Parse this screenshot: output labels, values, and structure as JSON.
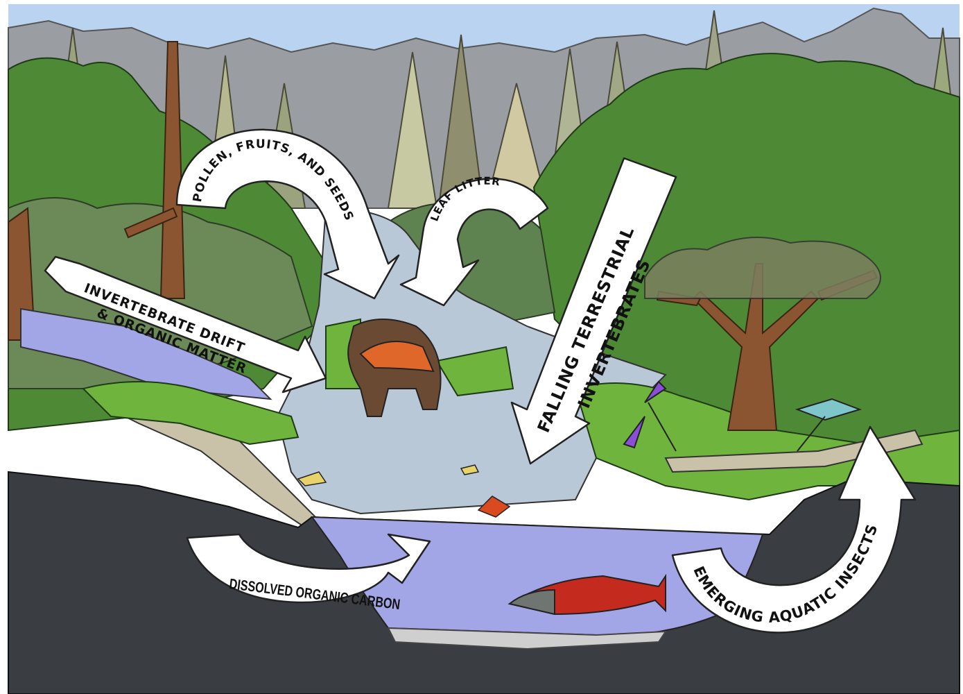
{
  "diagram": {
    "labels": {
      "pollen": "POLLEN, FRUITS, AND SEEDS",
      "leaf_litter": "LEAF LITTER",
      "drift_line1": "INVERTEBRATE DRIFT",
      "drift_line2": "& ORGANIC MATTER",
      "falling_line1": "FALLING TERRESTRIAL",
      "falling_line2": "INVERTEBRATES",
      "doc": "DISSOLVED ORGANIC CARBON",
      "emerging": "EMERGING AQUATIC INSECTS"
    },
    "colors": {
      "sky": "#b9d3f0",
      "mountains": "#9a9ea3",
      "far_trees": "#9aa27e",
      "forest": "#4e8a35",
      "bright_green": "#6fb43c",
      "stream": "#b8c8d6",
      "pool": "#a3a6e6",
      "ground": "#3a3d42",
      "bark": "#8a5530",
      "bear": "#6b4a33",
      "salmon": "#c52a1e",
      "arrow_fill": "#ffffff",
      "arrow_stroke": "#222222"
    }
  }
}
